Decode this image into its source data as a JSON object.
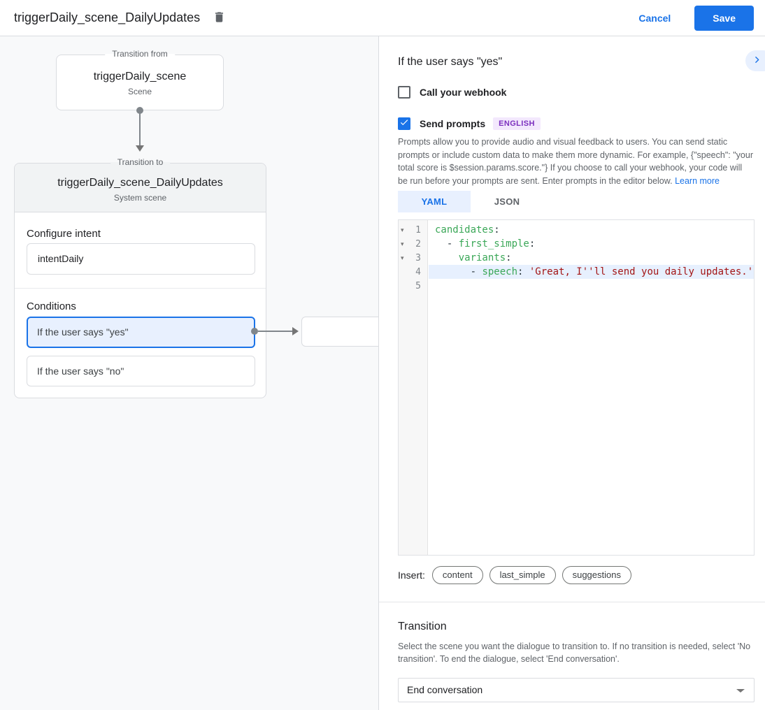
{
  "colors": {
    "accent": "#1a73e8",
    "accent-light": "#e8f0fe",
    "badge-bg": "#f3e8fd",
    "badge-text": "#7b2fbe",
    "tok-key": "#3aa757",
    "tok-string": "#a31515",
    "line-hl": "#e7f0fe"
  },
  "topbar": {
    "title": "triggerDaily_scene_DailyUpdates",
    "cancel_label": "Cancel",
    "save_label": "Save"
  },
  "diagram": {
    "from_box": {
      "legend": "Transition from",
      "title": "triggerDaily_scene",
      "subtitle": "Scene"
    },
    "to_box": {
      "legend": "Transition to",
      "title": "triggerDaily_scene_DailyUpdates",
      "subtitle": "System scene",
      "configure_intent_label": "Configure intent",
      "intent_value": "intentDaily",
      "conditions_label": "Conditions",
      "conditions": [
        {
          "label": "If the user says \"yes\"",
          "selected": true
        },
        {
          "label": "If the user says \"no\"",
          "selected": false
        }
      ]
    }
  },
  "panel": {
    "title": "If the user says \"yes\"",
    "webhook_label": "Call your webhook",
    "prompts_label": "Send prompts",
    "language_badge": "ENGLISH",
    "prompts_description": "Prompts allow you to provide audio and visual feedback to users. You can send static prompts or include custom data to make them more dynamic. For example, {\"speech\": \"your total score is $session.params.score.\"} If you choose to call your webhook, your code will be run before your prompts are sent. Enter prompts in the editor below.",
    "learn_more_label": "Learn more",
    "tabs": [
      {
        "label": "YAML",
        "active": true
      },
      {
        "label": "JSON",
        "active": false
      }
    ],
    "editor": {
      "lines": [
        {
          "number": 1,
          "fold": true,
          "highlight": false,
          "segments": [
            [
              "key",
              "candidates"
            ],
            [
              "plain",
              ":"
            ]
          ]
        },
        {
          "number": 2,
          "fold": true,
          "highlight": false,
          "segments": [
            [
              "plain",
              "  - "
            ],
            [
              "key",
              "first_simple"
            ],
            [
              "plain",
              ":"
            ]
          ]
        },
        {
          "number": 3,
          "fold": true,
          "highlight": false,
          "segments": [
            [
              "plain",
              "    "
            ],
            [
              "key",
              "variants"
            ],
            [
              "plain",
              ":"
            ]
          ]
        },
        {
          "number": 4,
          "fold": false,
          "highlight": true,
          "segments": [
            [
              "plain",
              "      - "
            ],
            [
              "key",
              "speech"
            ],
            [
              "plain",
              ": "
            ],
            [
              "string",
              "'Great, I''ll send you daily updates.'"
            ]
          ]
        },
        {
          "number": 5,
          "fold": false,
          "highlight": false,
          "segments": []
        }
      ]
    },
    "insert_label": "Insert:",
    "insert_chips": [
      "content",
      "last_simple",
      "suggestions"
    ],
    "transition": {
      "title": "Transition",
      "description": "Select the scene you want the dialogue to transition to. If no transition is needed, select 'No transition'. To end the dialogue, select 'End conversation'.",
      "dropdown_value": "End conversation"
    }
  }
}
